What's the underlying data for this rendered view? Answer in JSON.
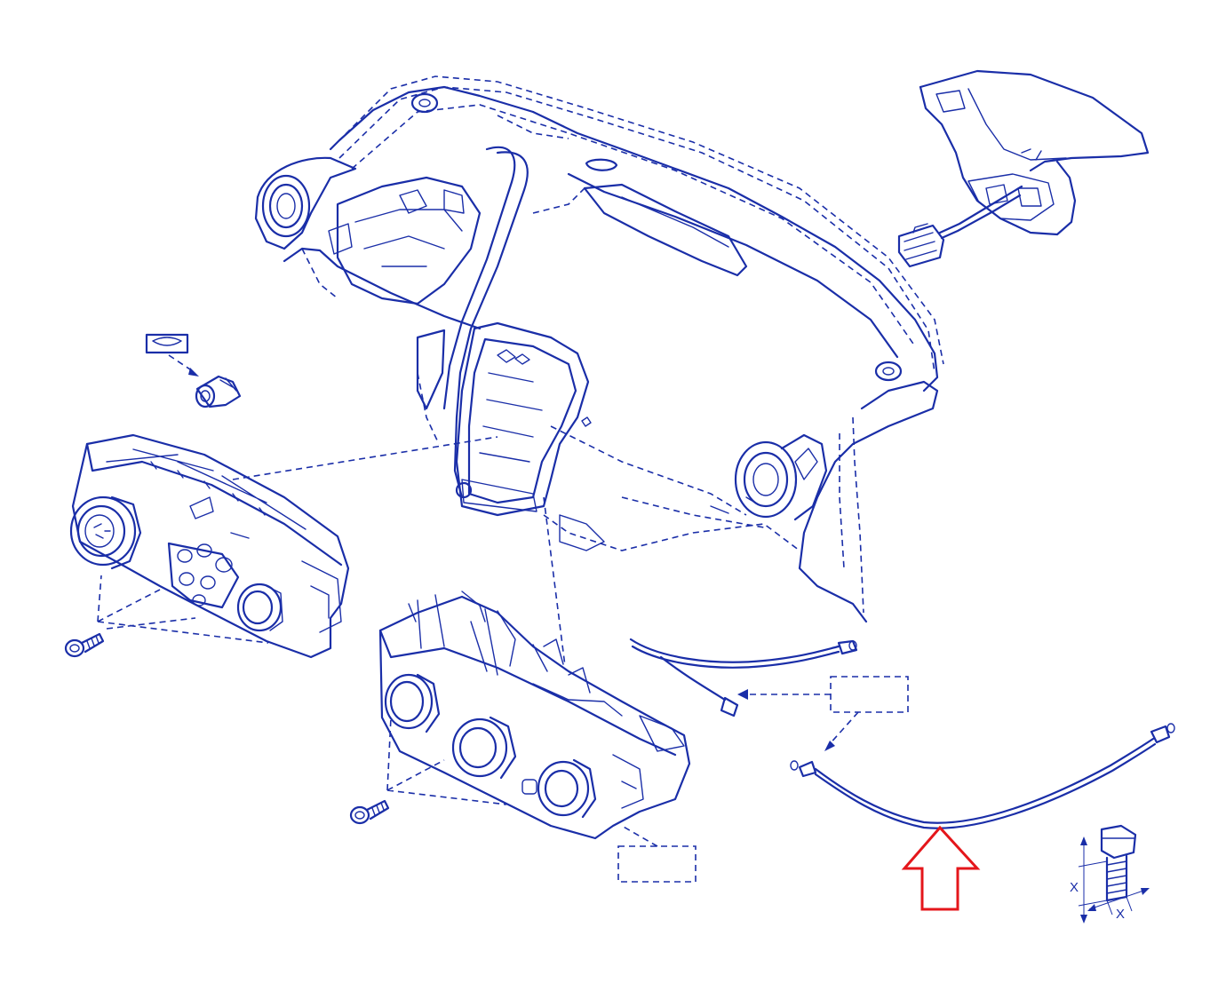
{
  "colors": {
    "line": "#1a2ea8",
    "highlight": "#e4161b",
    "background": "#ffffff"
  },
  "dimension_labels": {
    "vertical": "X",
    "horizontal": "X"
  },
  "icons": [
    "dashboard-assembly",
    "airbag-module",
    "connector-plug",
    "sensor-gasket",
    "temperature-sensor",
    "climate-control-panel-auto",
    "climate-control-panel-manual",
    "screw",
    "control-cable-short",
    "control-cable-long",
    "red-arrow",
    "bolt-dimension-icon"
  ]
}
